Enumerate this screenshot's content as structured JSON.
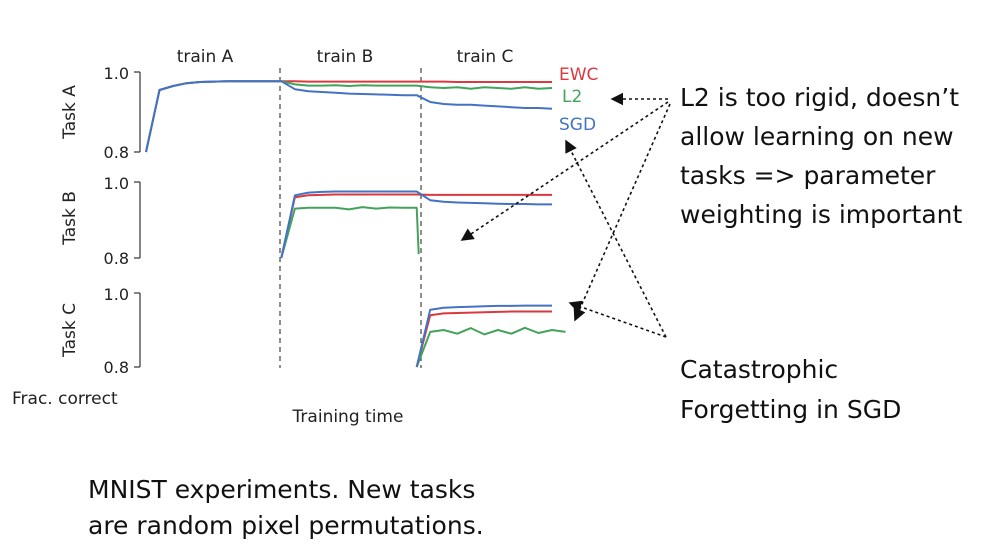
{
  "chart_data": {
    "type": "line",
    "phases": [
      "train A",
      "train B",
      "train C"
    ],
    "xlabel": "Training time",
    "ylabel": "Frac. correct",
    "panels": [
      {
        "label": "Task A",
        "ylim": [
          0.8,
          1.0
        ],
        "yticks": [
          "0.8",
          "1.0"
        ],
        "series": [
          {
            "name": "EWC",
            "color": "#d9393f",
            "values": [
              0.8,
              0.955,
              0.965,
              0.972,
              0.975,
              0.976,
              0.977,
              0.977,
              0.977,
              0.977,
              0.977,
              0.977,
              0.976,
              0.976,
              0.976,
              0.976,
              0.976,
              0.976,
              0.976,
              0.976,
              0.976,
              0.976,
              0.976,
              0.975,
              0.975,
              0.975,
              0.975,
              0.975,
              0.975,
              0.975,
              0.975
            ]
          },
          {
            "name": "L2",
            "color": "#44a35a",
            "values": [
              0.8,
              0.955,
              0.965,
              0.972,
              0.975,
              0.976,
              0.977,
              0.977,
              0.977,
              0.977,
              0.977,
              0.969,
              0.966,
              0.966,
              0.967,
              0.965,
              0.967,
              0.966,
              0.966,
              0.966,
              0.966,
              0.962,
              0.96,
              0.962,
              0.958,
              0.962,
              0.96,
              0.958,
              0.962,
              0.958,
              0.96
            ]
          },
          {
            "name": "SGD",
            "color": "#4472c4",
            "values": [
              0.8,
              0.955,
              0.965,
              0.972,
              0.975,
              0.976,
              0.977,
              0.977,
              0.977,
              0.977,
              0.977,
              0.957,
              0.952,
              0.95,
              0.948,
              0.946,
              0.945,
              0.944,
              0.943,
              0.942,
              0.942,
              0.925,
              0.92,
              0.918,
              0.918,
              0.916,
              0.914,
              0.912,
              0.91,
              0.91,
              0.908
            ]
          }
        ]
      },
      {
        "label": "Task B",
        "ylim": [
          0.8,
          1.0
        ],
        "yticks": [
          "0.8",
          "1.0"
        ],
        "series": [
          {
            "name": "EWC",
            "color": "#d9393f",
            "values": [
              null,
              null,
              null,
              null,
              null,
              null,
              null,
              null,
              null,
              null,
              0.8,
              0.96,
              0.965,
              0.966,
              0.967,
              0.967,
              0.967,
              0.967,
              0.967,
              0.967,
              0.967,
              0.966,
              0.966,
              0.966,
              0.966,
              0.966,
              0.966,
              0.966,
              0.966,
              0.966,
              0.966
            ]
          },
          {
            "name": "L2",
            "color": "#44a35a",
            "values": [
              null,
              null,
              null,
              null,
              null,
              null,
              null,
              null,
              null,
              null,
              0.8,
              0.93,
              0.932,
              0.932,
              0.932,
              0.928,
              0.934,
              0.93,
              0.933,
              0.932,
              0.932,
              0.81
            ]
          },
          {
            "name": "SGD",
            "color": "#4472c4",
            "values": [
              null,
              null,
              null,
              null,
              null,
              null,
              null,
              null,
              null,
              null,
              0.8,
              0.965,
              0.972,
              0.974,
              0.975,
              0.975,
              0.975,
              0.975,
              0.975,
              0.975,
              0.975,
              0.952,
              0.948,
              0.946,
              0.945,
              0.944,
              0.943,
              0.942,
              0.942,
              0.941,
              0.941
            ]
          }
        ]
      },
      {
        "label": "Task C",
        "ylim": [
          0.8,
          1.0
        ],
        "yticks": [
          "0.8",
          "1.0"
        ],
        "series": [
          {
            "name": "EWC",
            "color": "#d9393f",
            "values": [
              null,
              null,
              null,
              null,
              null,
              null,
              null,
              null,
              null,
              null,
              null,
              null,
              null,
              null,
              null,
              null,
              null,
              null,
              null,
              null,
              0.8,
              0.94,
              0.945,
              0.946,
              0.947,
              0.948,
              0.949,
              0.95,
              0.95,
              0.95,
              0.95
            ]
          },
          {
            "name": "L2",
            "color": "#44a35a",
            "values": [
              null,
              null,
              null,
              null,
              null,
              null,
              null,
              null,
              null,
              null,
              null,
              null,
              null,
              null,
              null,
              null,
              null,
              null,
              null,
              null,
              0.8,
              0.895,
              0.9,
              0.89,
              0.905,
              0.888,
              0.9,
              0.89,
              0.906,
              0.892,
              0.9,
              0.895
            ]
          },
          {
            "name": "SGD",
            "color": "#4472c4",
            "values": [
              null,
              null,
              null,
              null,
              null,
              null,
              null,
              null,
              null,
              null,
              null,
              null,
              null,
              null,
              null,
              null,
              null,
              null,
              null,
              null,
              0.8,
              0.955,
              0.96,
              0.962,
              0.963,
              0.964,
              0.965,
              0.965,
              0.966,
              0.966,
              0.966
            ]
          }
        ]
      }
    ],
    "legend": [
      "EWC",
      "L2",
      "SGD"
    ],
    "legend_placement": "right-of-task-a"
  },
  "annotations": {
    "rigid_note": [
      "L2 is too rigid, doesn’t",
      "allow learning on new",
      "tasks => parameter",
      "weighting is important"
    ],
    "forgetting_note": [
      "Catastrophic",
      "Forgetting in SGD"
    ]
  },
  "caption": [
    "MNIST experiments. New tasks",
    "are random pixel permutations."
  ]
}
